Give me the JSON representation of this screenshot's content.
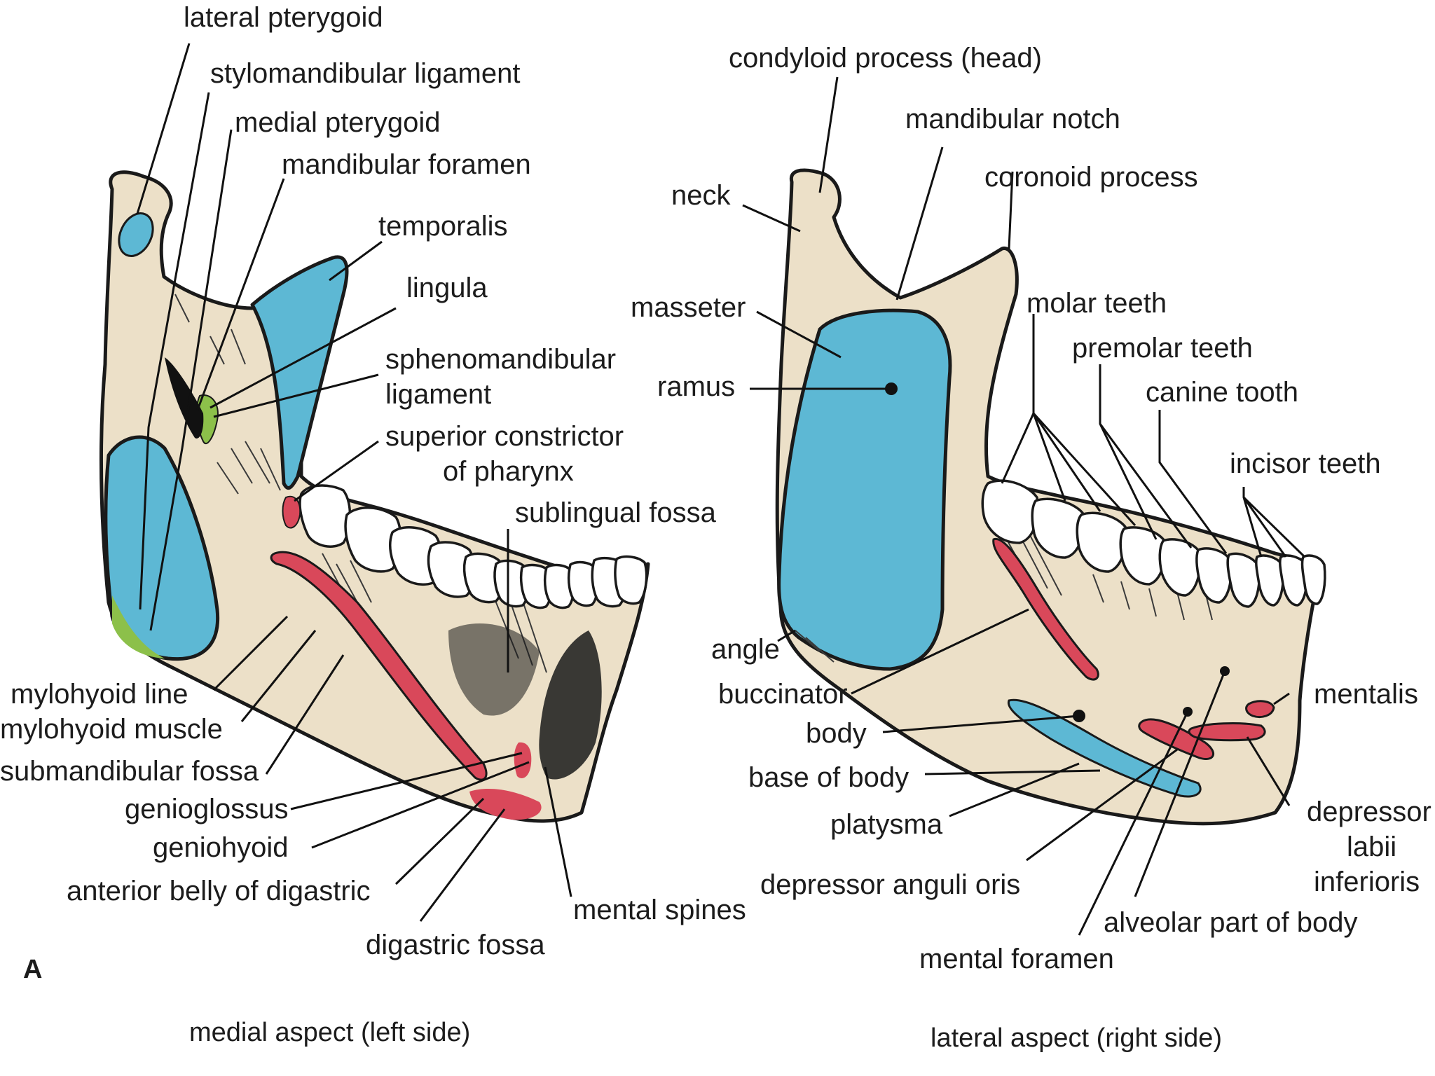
{
  "figure_letter": "A",
  "colors": {
    "bone": "#ece0c8",
    "muscle_blue": "#5db8d4",
    "muscle_red": "#d9485a",
    "ligament_green": "#8cc04a",
    "tooth": "#ffffff"
  },
  "medial": {
    "caption": "medial aspect (left side)",
    "labels": {
      "lateral_pterygoid": "lateral pterygoid",
      "stylomandibular_ligament": "stylomandibular ligament",
      "medial_pterygoid": "medial pterygoid",
      "mandibular_foramen": "mandibular foramen",
      "temporalis": "temporalis",
      "lingula": "lingula",
      "sphenomandibular_1": "sphenomandibular",
      "sphenomandibular_2": "ligament",
      "superior_constrictor_1": "superior constrictor",
      "superior_constrictor_2": "of pharynx",
      "sublingual_fossa": "sublingual fossa",
      "mylohyoid_line": "mylohyoid line",
      "mylohyoid_muscle": "mylohyoid muscle",
      "submandibular_fossa": "submandibular fossa",
      "genioglossus": "genioglossus",
      "geniohyoid": "geniohyoid",
      "anterior_belly_digastric": "anterior belly of digastric",
      "digastric_fossa": "digastric fossa",
      "mental_spines": "mental spines"
    }
  },
  "lateral": {
    "caption": "lateral aspect (right side)",
    "labels": {
      "condyloid_process": "condyloid process (head)",
      "mandibular_notch": "mandibular notch",
      "coronoid_process": "coronoid process",
      "neck": "neck",
      "masseter": "masseter",
      "ramus": "ramus",
      "molar_teeth": "molar teeth",
      "premolar_teeth": "premolar teeth",
      "canine_tooth": "canine tooth",
      "incisor_teeth": "incisor teeth",
      "angle": "angle",
      "buccinator": "buccinator",
      "body": "body",
      "base_of_body": "base of body",
      "platysma": "platysma",
      "mentalis": "mentalis",
      "depressor_labii_1": "depressor",
      "depressor_labii_2": "labii",
      "depressor_labii_3": "inferioris",
      "depressor_anguli_oris": "depressor anguli oris",
      "alveolar_part": "alveolar part of body",
      "mental_foramen": "mental foramen"
    }
  }
}
